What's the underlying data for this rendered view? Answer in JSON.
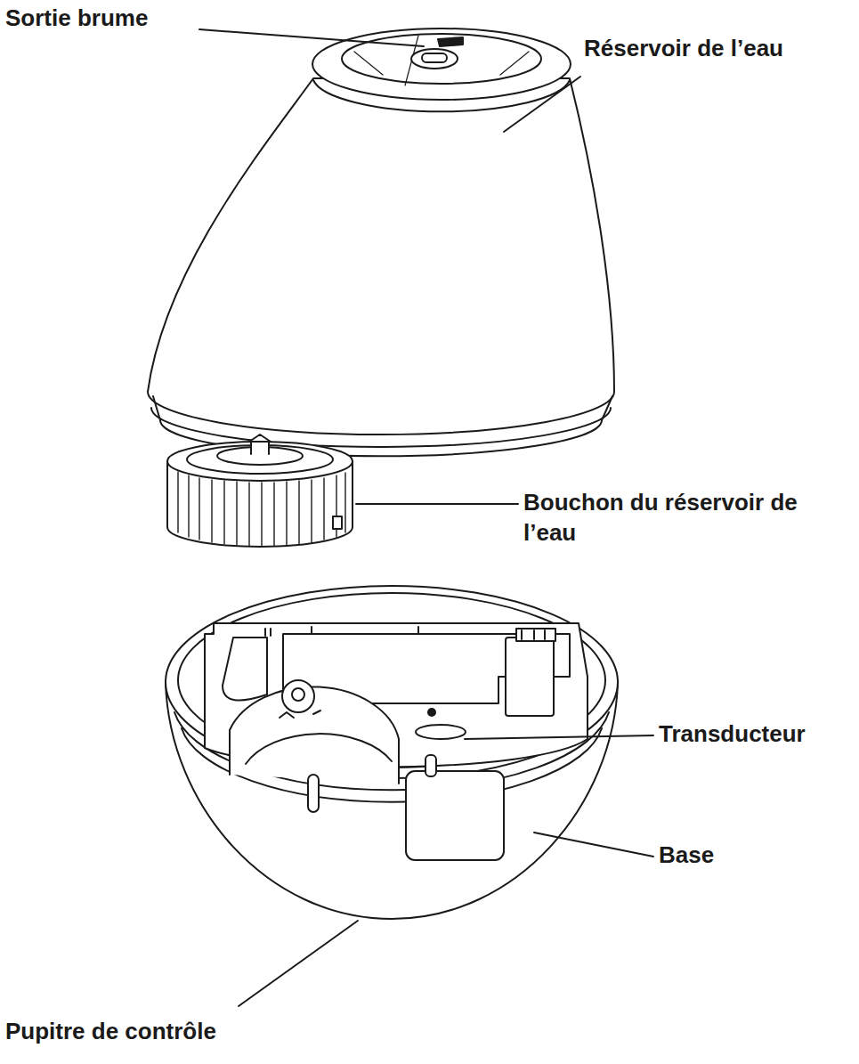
{
  "diagram": {
    "labels": [
      "Sortie brume",
      "Réservoir de l’eau",
      "Bouchon du réservoir de l’eau",
      "Transducteur",
      "Base",
      "Pupitre de contrôle"
    ]
  }
}
